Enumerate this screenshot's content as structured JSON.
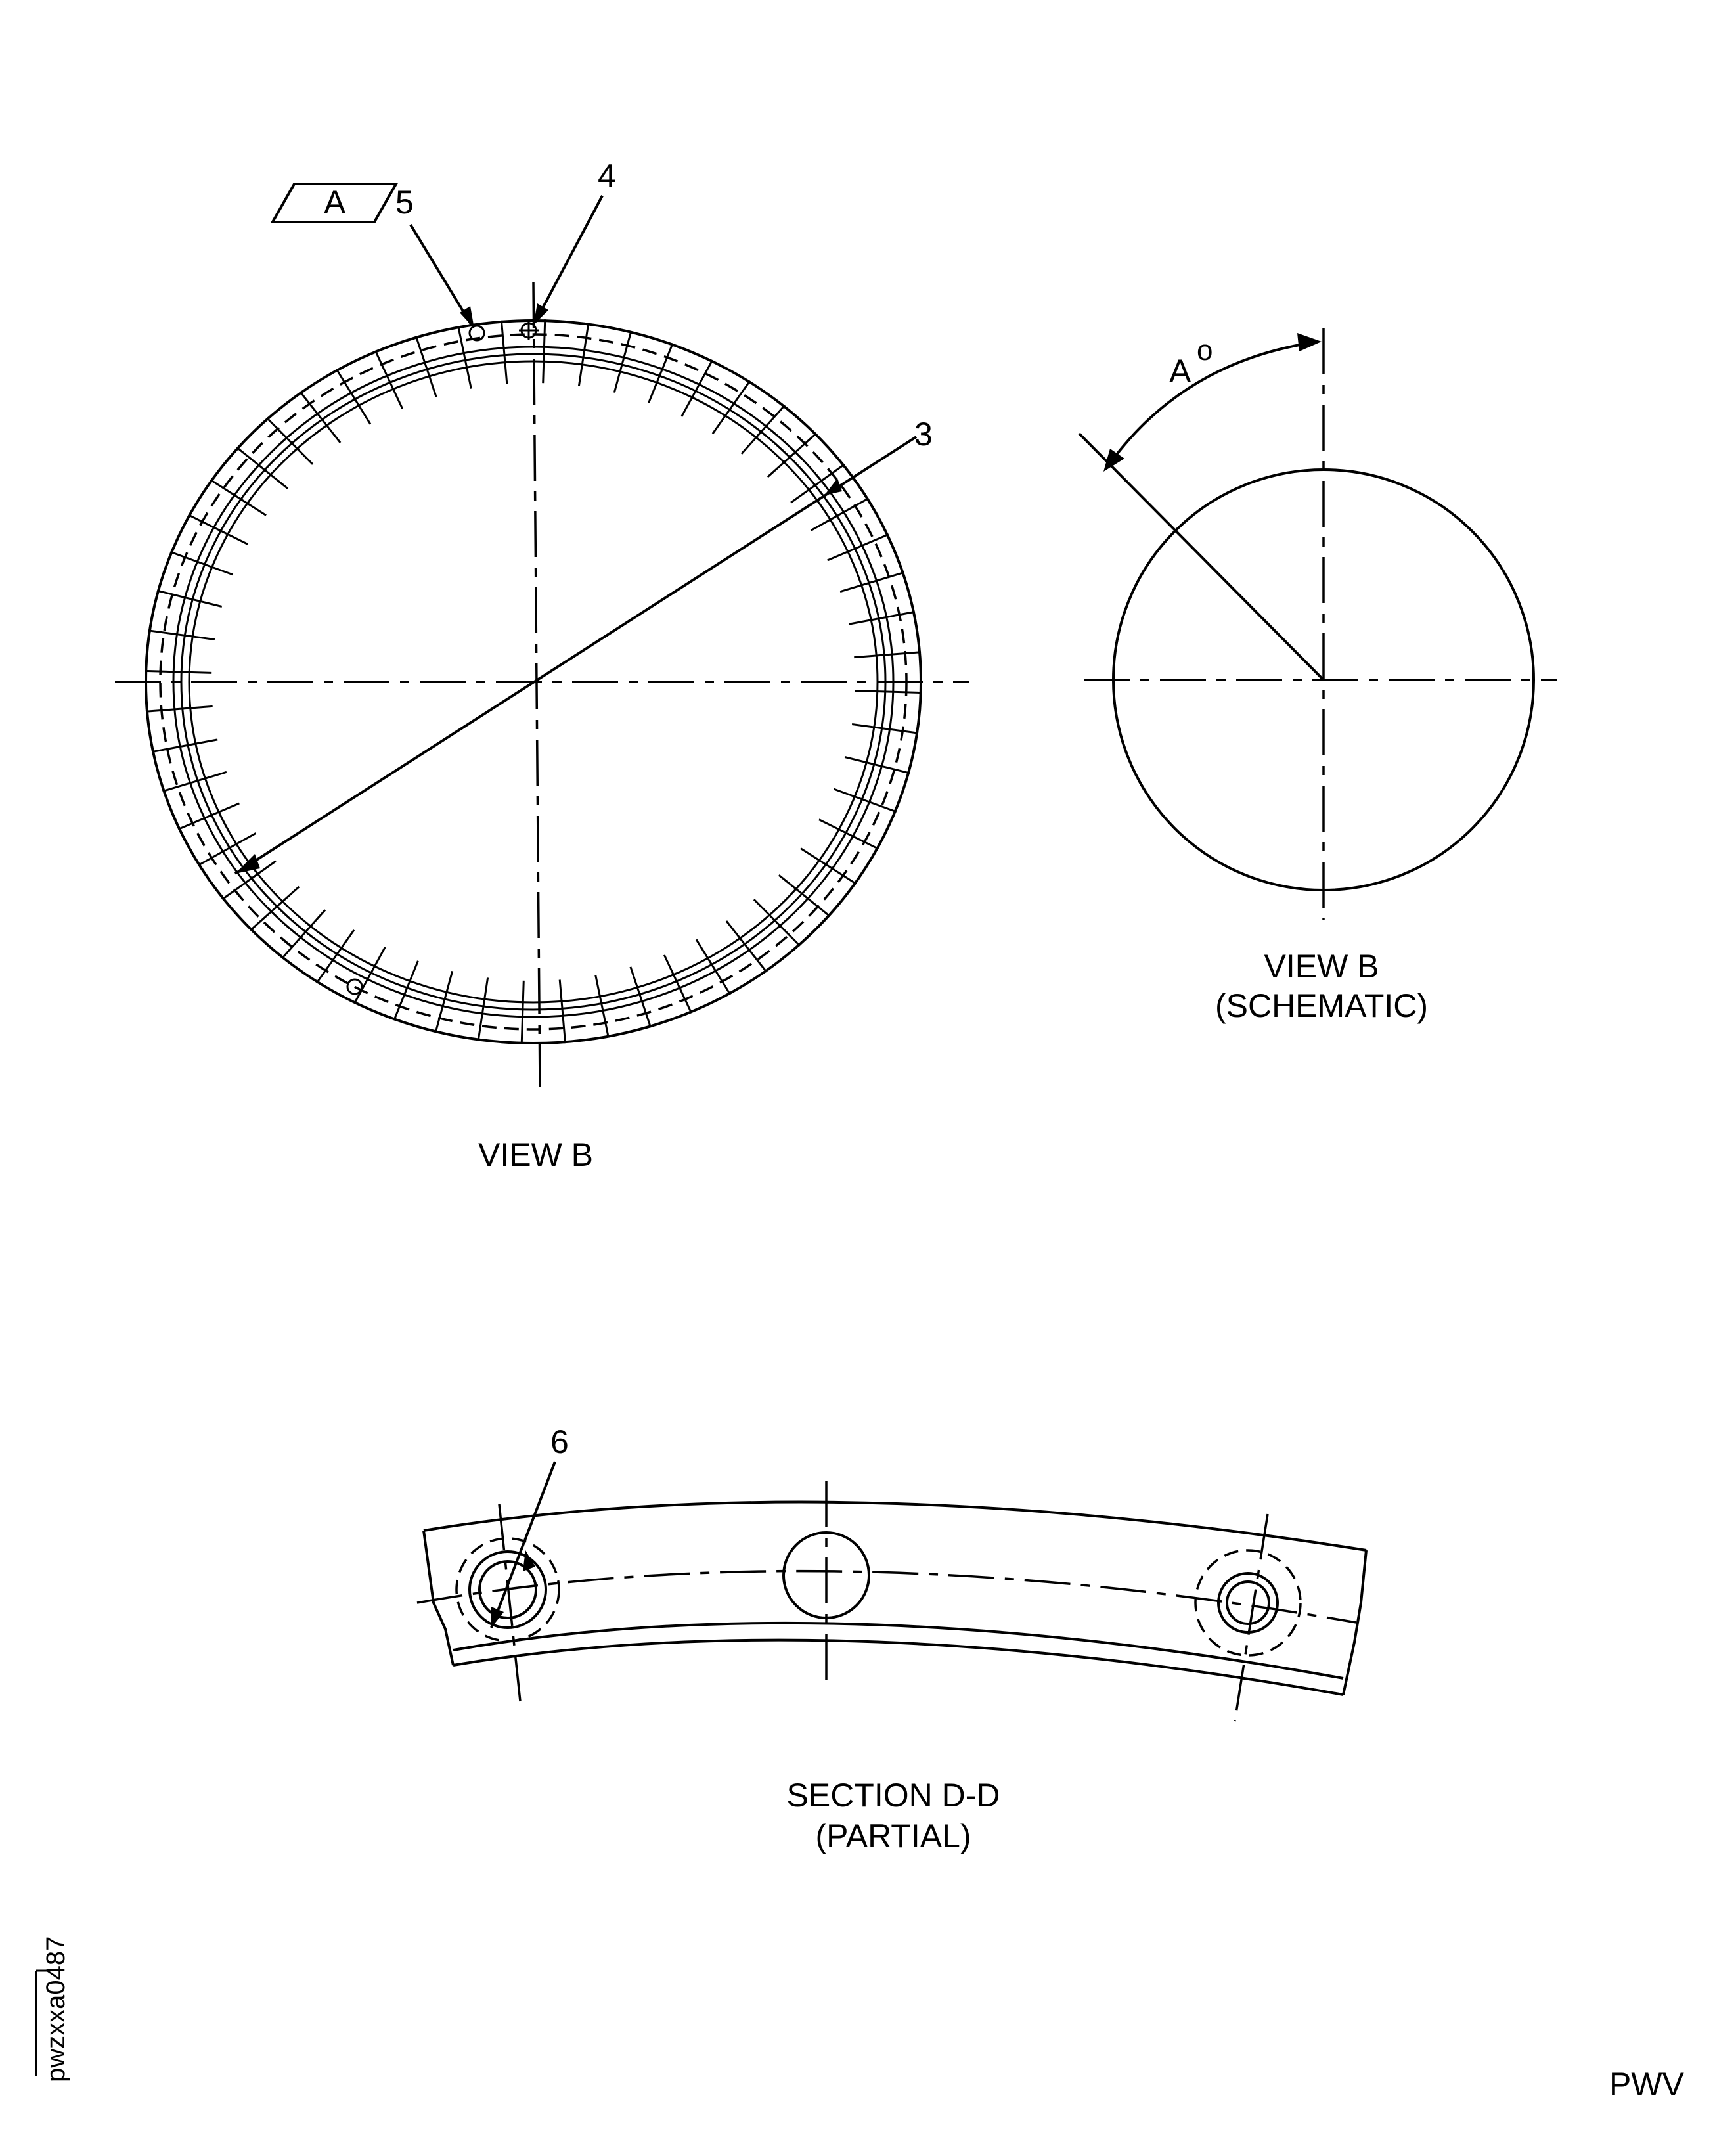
{
  "callouts": {
    "c3": "3",
    "c4": "4",
    "c5": "5",
    "c6": "6",
    "datum_flag": "A",
    "angle_label": "A",
    "angle_symbol": "o"
  },
  "captions": {
    "view_b": "VIEW B",
    "view_b_schematic_line1": "VIEW B",
    "view_b_schematic_line2": "(SCHEMATIC)",
    "section_line1": "SECTION D-D",
    "section_line2": "(PARTIAL)"
  },
  "figure_id": "pwzxxa0487",
  "corner_code": "PWV"
}
